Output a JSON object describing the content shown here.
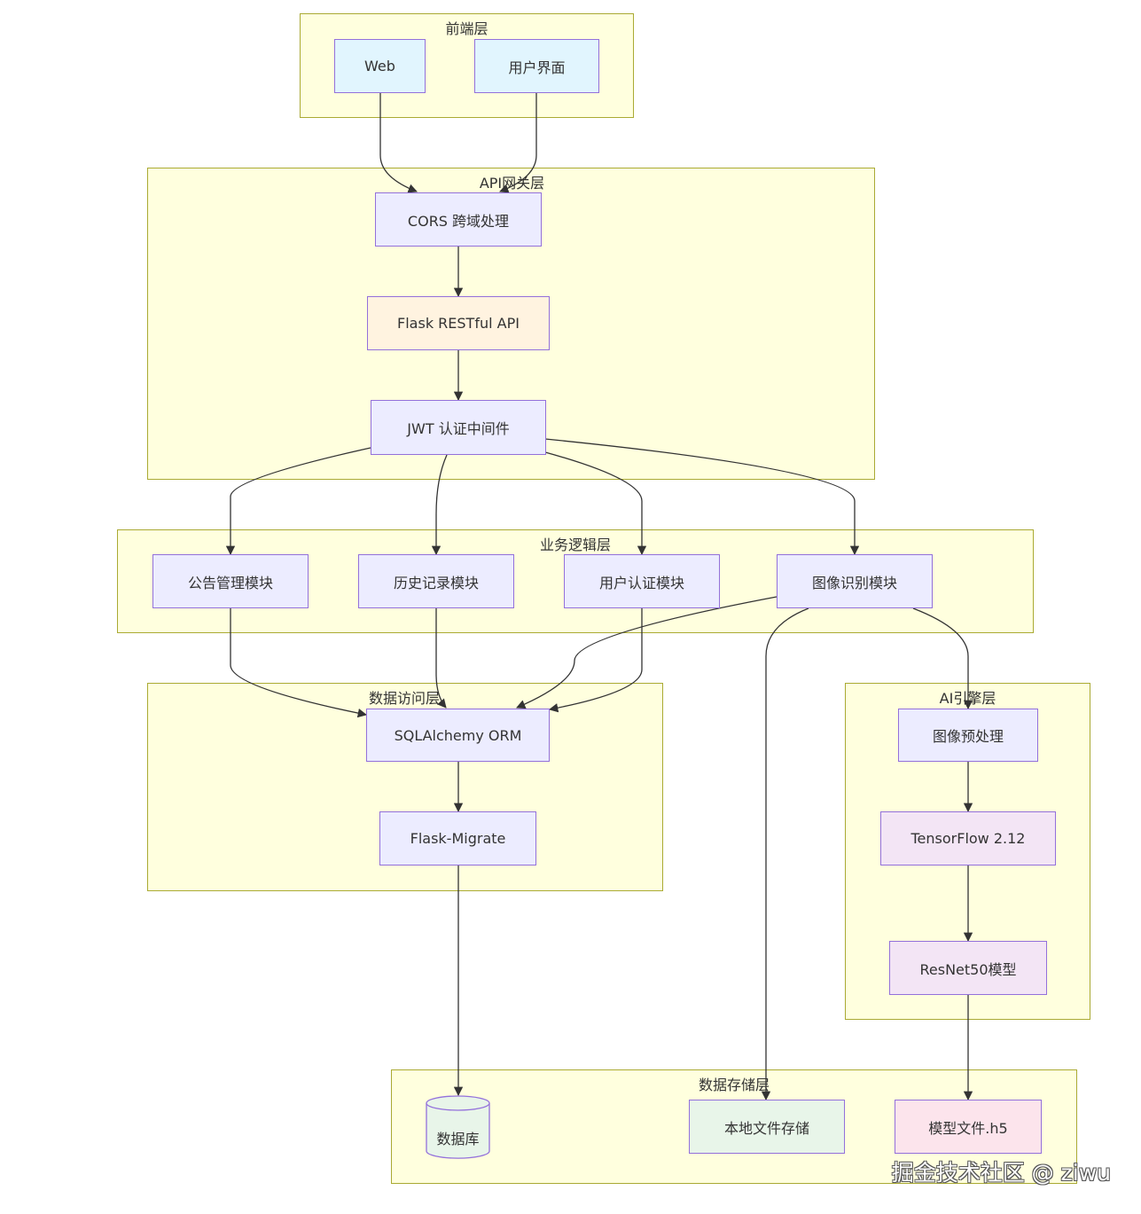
{
  "clusters": {
    "frontend": "前端层",
    "gateway": "API网关层",
    "business": "业务逻辑层",
    "data_access": "数据访问层",
    "ai_engine": "AI引擎层",
    "storage": "数据存储层"
  },
  "nodes": {
    "web": "Web",
    "ui": "用户界面",
    "cors": "CORS 跨域处理",
    "flask_api": "Flask RESTful API",
    "jwt": "JWT 认证中间件",
    "notice": "公告管理模块",
    "history": "历史记录模块",
    "auth": "用户认证模块",
    "recognition": "图像识别模块",
    "orm": "SQLAlchemy ORM",
    "migrate": "Flask-Migrate",
    "preprocess": "图像预处理",
    "tensorflow": "TensorFlow 2.12",
    "resnet": "ResNet50模型",
    "database": "数据库",
    "local_storage": "本地文件存储",
    "model_file": "模型文件.h5"
  },
  "edges": [
    [
      "web",
      "cors"
    ],
    [
      "ui",
      "cors"
    ],
    [
      "cors",
      "flask_api"
    ],
    [
      "flask_api",
      "jwt"
    ],
    [
      "jwt",
      "notice"
    ],
    [
      "jwt",
      "history"
    ],
    [
      "jwt",
      "auth"
    ],
    [
      "jwt",
      "recognition"
    ],
    [
      "notice",
      "orm"
    ],
    [
      "history",
      "orm"
    ],
    [
      "auth",
      "orm"
    ],
    [
      "recognition",
      "orm"
    ],
    [
      "recognition",
      "preprocess"
    ],
    [
      "recognition",
      "local_storage"
    ],
    [
      "orm",
      "migrate"
    ],
    [
      "migrate",
      "database"
    ],
    [
      "preprocess",
      "tensorflow"
    ],
    [
      "tensorflow",
      "resnet"
    ],
    [
      "resnet",
      "model_file"
    ]
  ],
  "colors": {
    "cluster_fill": "#ffffde",
    "cluster_border": "#aaaa33",
    "node_default": "#ececff",
    "node_border": "#9370db",
    "frontend": "#e1f5fe",
    "flask": "#fff3e0",
    "ai": "#f3e5f5",
    "local_storage": "#e8f5e9",
    "model_file": "#fce4ec",
    "database": "#e8f5e9",
    "edge": "#333333"
  },
  "watermark": "掘金技术社区 @ ziwu"
}
